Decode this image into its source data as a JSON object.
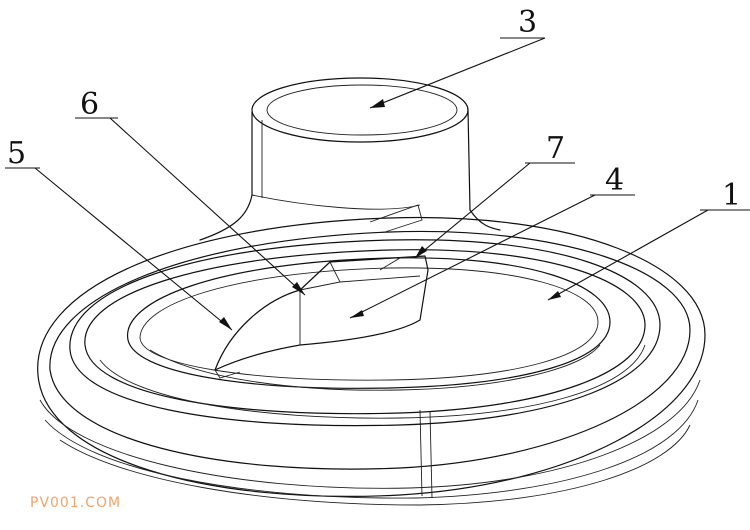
{
  "callouts": [
    {
      "id": "1",
      "label": "1"
    },
    {
      "id": "3",
      "label": "3"
    },
    {
      "id": "4",
      "label": "4"
    },
    {
      "id": "5",
      "label": "5"
    },
    {
      "id": "6",
      "label": "6"
    },
    {
      "id": "7",
      "label": "7"
    }
  ],
  "watermark": "PV001.COM",
  "colors": {
    "ink": "#111111",
    "watermark": "#f0a36a",
    "background": "#ffffff"
  }
}
